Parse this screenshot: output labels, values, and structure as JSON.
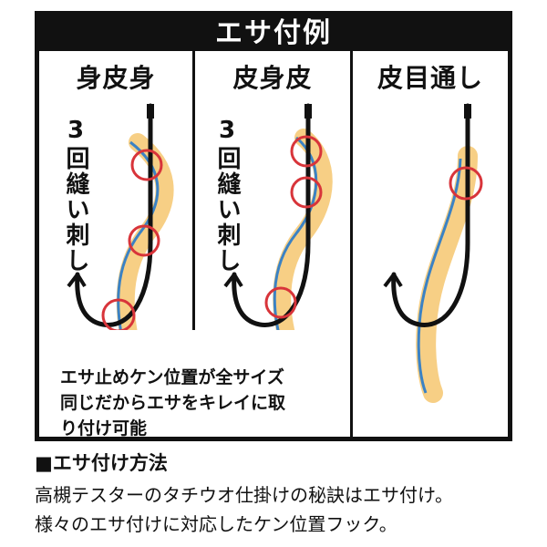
{
  "figure": {
    "title": "エサ付例",
    "panels": [
      {
        "label": "身皮身",
        "note": "3回縫い刺し"
      },
      {
        "label": "皮身皮",
        "note": "3回縫い刺し"
      },
      {
        "label": "皮目通し"
      }
    ],
    "caption_lines": [
      "エサ止めケン位置が全サイズ",
      "同じだからエサをキレイに取",
      "り付け可能"
    ]
  },
  "section": {
    "heading": "■エサ付け方法",
    "body_lines": [
      "高槻テスターのタチウオ仕掛けの秘訣はエサ付け。",
      "様々のエサ付けに対応したケン位置フック。"
    ]
  },
  "colors": {
    "bait_flesh": "#f7cf85",
    "bait_skin": "#3b82c4",
    "circle": "#d8343a",
    "hook": "#111111"
  }
}
